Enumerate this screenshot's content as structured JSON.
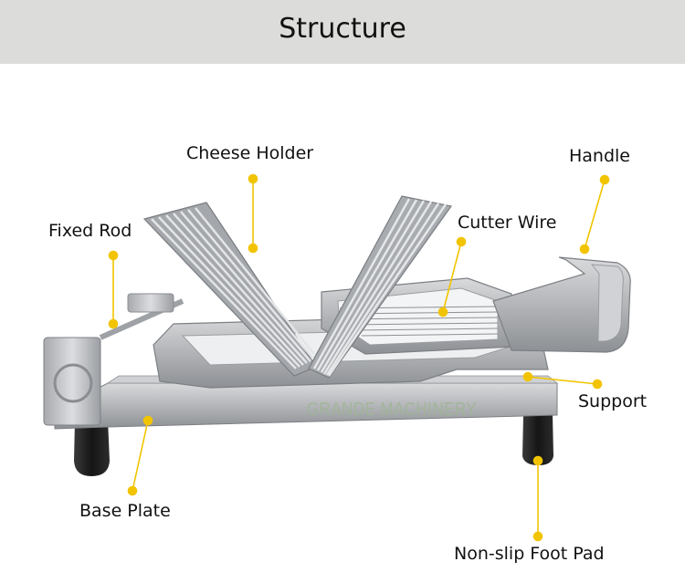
{
  "header": {
    "title": "Structure"
  },
  "labels": {
    "cheese_holder": "Cheese Holder",
    "handle": "Handle",
    "fixed_rod": "Fixed Rod",
    "cutter_wire": "Cutter Wire",
    "support": "Support",
    "base_plate": "Base Plate",
    "foot_pad": "Non-slip Foot Pad"
  },
  "watermark": "GRANDE MACHINERY",
  "colors": {
    "header_bg": "#dcdcda",
    "leader": "#f2c400",
    "metal": "#b9bbbe",
    "metal_dark": "#8a8d91",
    "foot": "#1e1e1e"
  }
}
